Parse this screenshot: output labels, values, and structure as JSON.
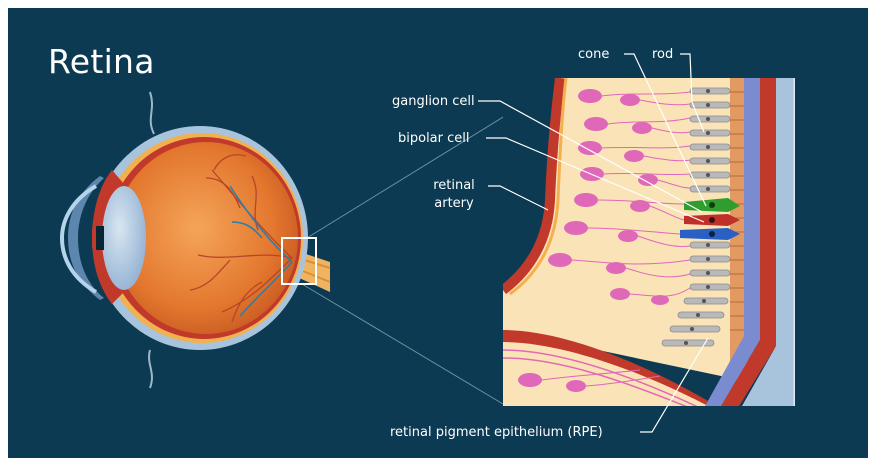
{
  "title": "Retina",
  "labels": {
    "cone": "cone",
    "rod": "rod",
    "ganglion_cell": "ganglion cell",
    "bipolar_cell": "bipolar cell",
    "retinal_artery_line1": "retinal",
    "retinal_artery_line2": "artery",
    "rpe": "retinal pigment epithelium (RPE)"
  },
  "colors": {
    "background": "#0c3a52",
    "frame": "#ffffff",
    "sclera": "#9fbdd6",
    "choroid": "#c0392b",
    "vitreous": "#e8873a",
    "retina_fill": "#fbe3b8",
    "ganglion": "#e068b8",
    "photoreceptor": "#a8a8a8",
    "rpe": "#e39a62",
    "highlight_green": "#2f9e2f",
    "highlight_red": "#c0302b",
    "highlight_blue": "#2a5fc4"
  }
}
